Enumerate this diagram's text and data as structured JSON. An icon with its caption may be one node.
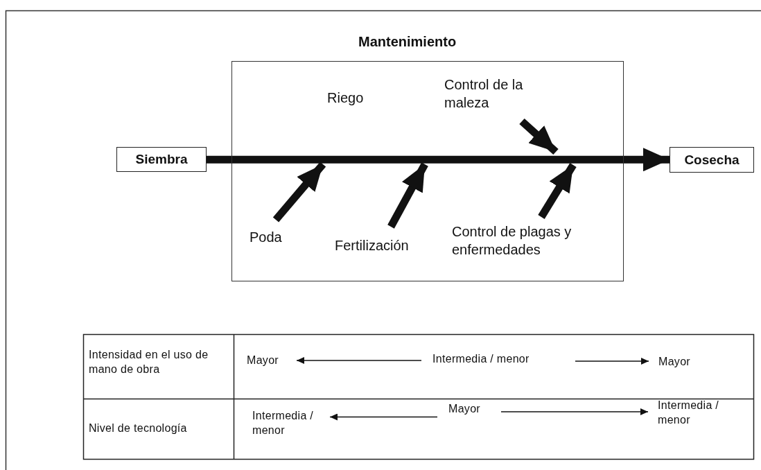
{
  "diagram": {
    "nodes": [
      {
        "text": [
          "Mantenimiento"
        ]
      },
      {
        "text": [
          "Siembra"
        ]
      },
      {
        "text": [
          "Cosecha"
        ]
      },
      {
        "text": [
          "Control de la maleza"
        ],
        "in": 0
      },
      {
        "text": [
          "Poda"
        ],
        "in": 0
      },
      {
        "text": [
          "Fertilización"
        ],
        "in": 0
      },
      {
        "text": [
          "Control de plagas y enfermedades"
        ],
        "in": 0
      },
      {
        "text": [
          "Mayor"
        ]
      },
      {
        "text": [
          "Intermedia / menor"
        ]
      },
      {
        "text": [
          "Mayor"
        ]
      },
      {
        "text": [
          "Intermedia / menor"
        ]
      },
      {
        "text": [
          "Mayor"
        ]
      },
      {
        "text": [
          "Intermedia / menor"
        ]
      }
    ],
    "edges": [
      {
        "from": 1,
        "to": 2,
        "arrow": "to"
      },
      {
        "from": 3,
        "to": null,
        "arrow": "to"
      },
      {
        "from": 4,
        "to": null,
        "arrow": "to"
      },
      {
        "from": 5,
        "to": null,
        "arrow": "to"
      },
      {
        "from": 6,
        "to": null,
        "arrow": "to"
      },
      {
        "from": 8,
        "to": 7,
        "arrow": "to"
      },
      {
        "from": 8,
        "to": 9,
        "arrow": "to"
      },
      {
        "from": 11,
        "to": 10,
        "arrow": "to"
      },
      {
        "from": 11,
        "to": 12,
        "arrow": "to"
      }
    ],
    "labels": [
      "Riego",
      "Intensidad en el uso de mano de obra",
      "Nivel de tecnología"
    ]
  }
}
